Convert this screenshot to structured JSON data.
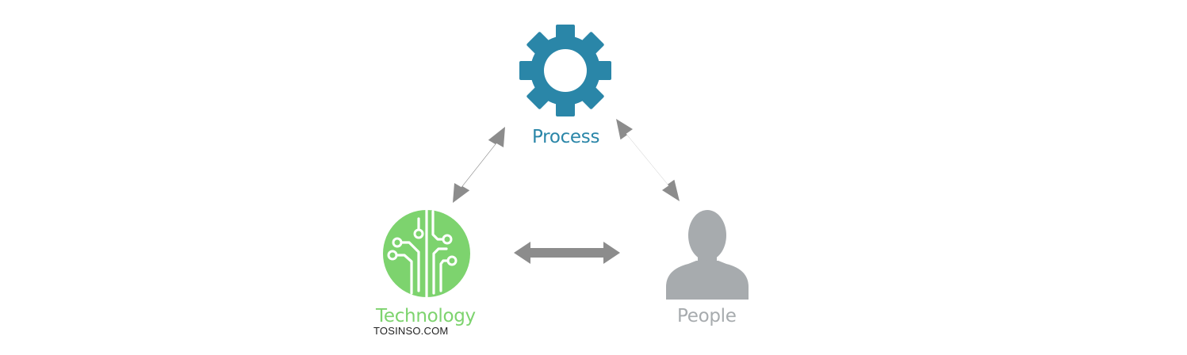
{
  "diagram": {
    "nodes": [
      {
        "id": "process",
        "label": "Process",
        "icon": "gear-icon",
        "color": "#2a86a8"
      },
      {
        "id": "technology",
        "label": "Technology",
        "icon": "circuit-icon",
        "color": "#7dd36e"
      },
      {
        "id": "people",
        "label": "People",
        "icon": "person-icon",
        "color": "#a7abae"
      }
    ],
    "connections": [
      {
        "from": "process",
        "to": "technology",
        "style": "double-arrow"
      },
      {
        "from": "process",
        "to": "people",
        "style": "double-arrow"
      },
      {
        "from": "technology",
        "to": "people",
        "style": "double-arrow"
      }
    ],
    "arrow_color": "#8c8c8c"
  },
  "watermark": "TOSINSO.COM"
}
